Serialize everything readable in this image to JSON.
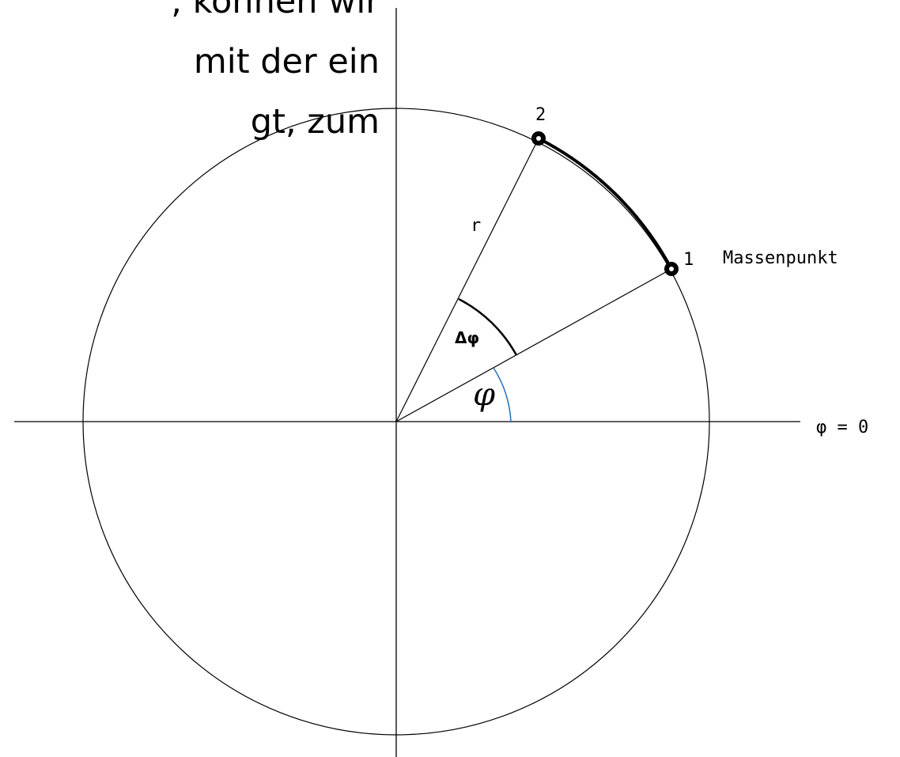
{
  "text": {
    "line_1": ", können wir",
    "line_2": "mit der ein",
    "line_3": "gt, zum"
  },
  "diagram": {
    "point_1_label": "1",
    "point_2_label": "2",
    "mass_point_label": "Massenpunkt",
    "radius_label": "r",
    "angle_label": "φ",
    "delta_angle_label": "Δφ",
    "reference_label": "φ = 0",
    "colors": {
      "stroke": "#000000",
      "angle_arc": "#2e75b6",
      "background": "#ffffff"
    }
  }
}
